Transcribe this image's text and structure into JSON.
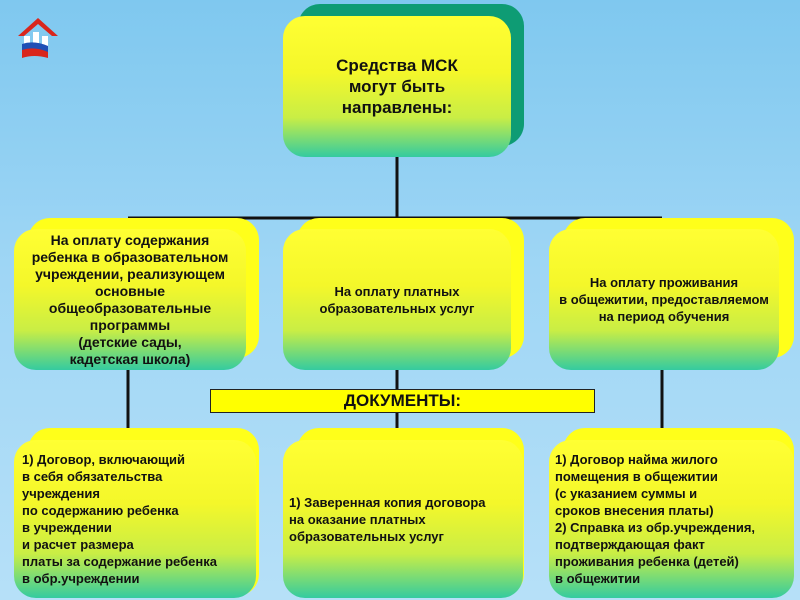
{
  "header": {
    "logo_icon": "pfr-house-logo-icon",
    "title": "Средства МСК\nмогут быть\nнаправлены:"
  },
  "directions": [
    {
      "label": "На оплату содержания\nребенка в образовательном\nучреждении, реализующем\nосновные\nобщеобразовательные\nпрограммы\n(детские сады,\nкадетская школа)"
    },
    {
      "label": "На оплату платных\nобразовательных услуг"
    },
    {
      "label": "На оплату проживания\nв общежитии, предоставляемом\nна период обучения"
    }
  ],
  "documents_title": "ДОКУМЕНТЫ:",
  "documents": [
    {
      "text": "1) Договор, включающий\nв себя обязательства\nучреждения\nпо содержанию ребенка\nв учреждении\nи расчет размера\nплаты за содержание ребенка\nв обр.учреждении"
    },
    {
      "text": "1) Заверенная копия договора\nна оказание платных\nобразовательных услуг"
    },
    {
      "text": "1) Договор найма жилого\nпомещения в общежитии\n(с указанием суммы и\nсроков внесения платы)\n2) Справка из обр.учреждения,\nподтверждающая факт\nпроживания ребенка (детей)\nв общежитии"
    }
  ],
  "colors": {
    "box_top": "#ffff33",
    "box_bottom": "#34cba0",
    "shadow_green": "#0e9c74",
    "shadow_yellow": "#ffff1a",
    "line": "#111111"
  }
}
